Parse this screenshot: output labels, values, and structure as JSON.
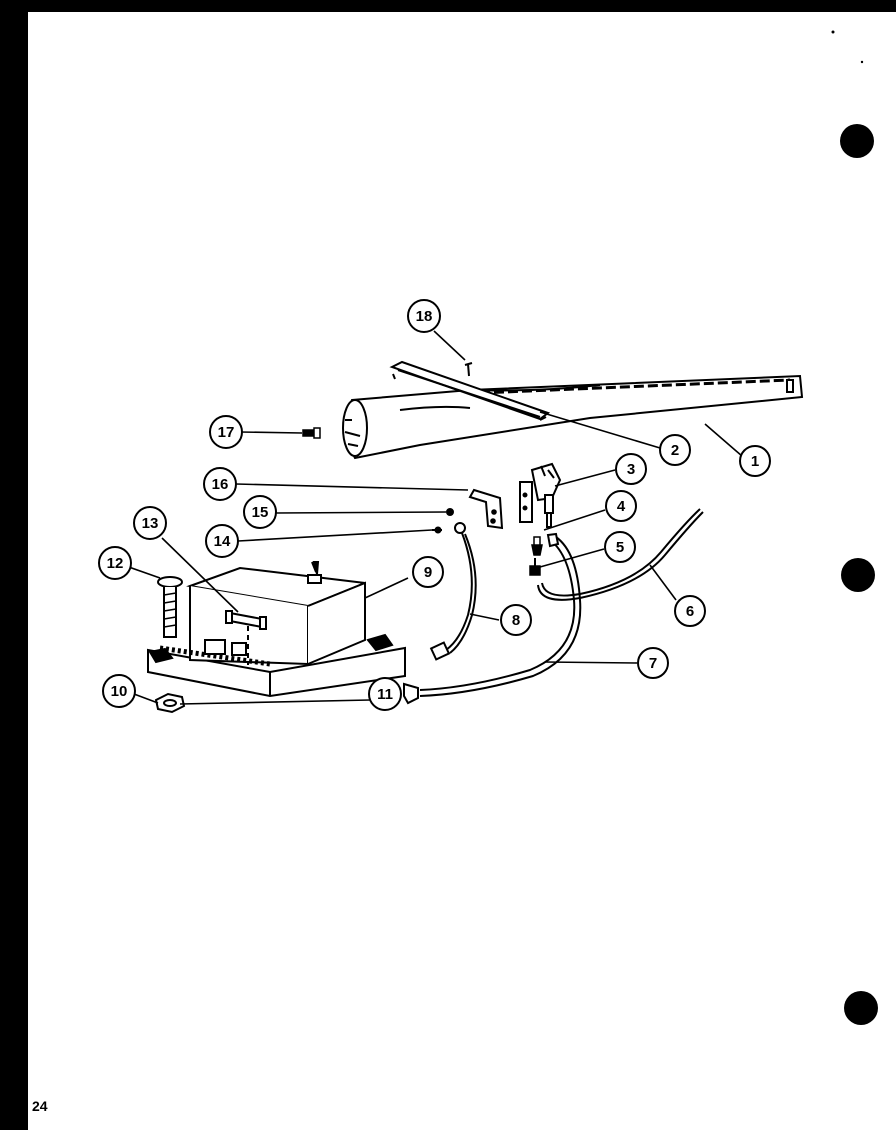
{
  "page_number": "24",
  "callouts": [
    "1",
    "2",
    "3",
    "4",
    "5",
    "6",
    "7",
    "8",
    "9",
    "10",
    "11",
    "12",
    "13",
    "14",
    "15",
    "16",
    "17",
    "18"
  ],
  "colors": {
    "ink": "#000000",
    "paper": "#ffffff"
  }
}
